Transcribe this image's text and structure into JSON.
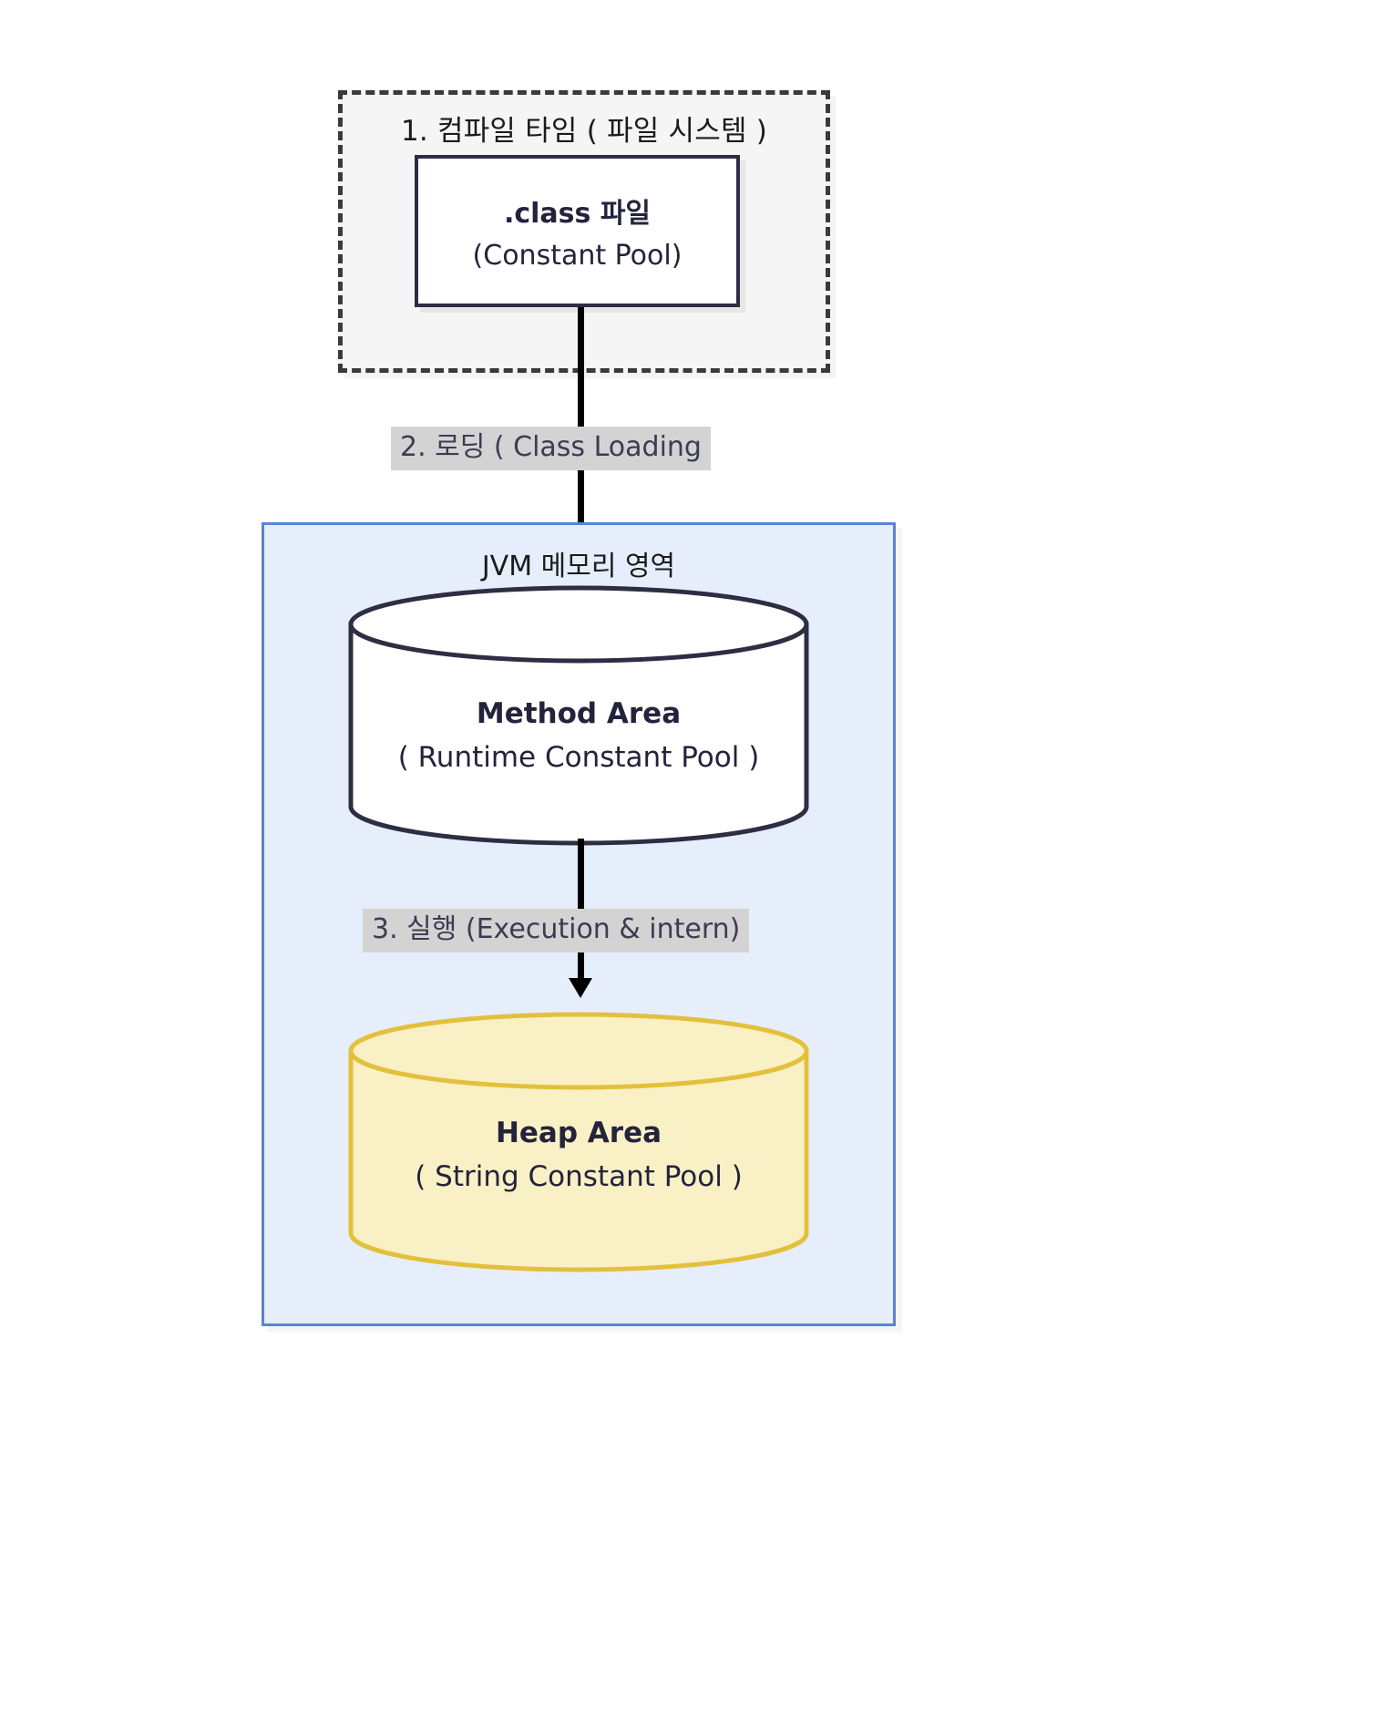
{
  "diagram": {
    "title_not_shown": "",
    "compile_stage": {
      "title": "1. 컴파일 타임 ( 파일 시스템 )",
      "node": {
        "line1": ".class 파일",
        "line2": "(Constant Pool)"
      }
    },
    "edges": [
      {
        "id": "loading",
        "label": "2. 로딩 ( Class Loading"
      },
      {
        "id": "execution",
        "label": "3. 실행 (Execution & intern)"
      }
    ],
    "jvm_stage": {
      "title": "JVM 메모리 영역",
      "method_area": {
        "line1": "Method Area",
        "line2": "( Runtime Constant Pool )"
      },
      "heap_area": {
        "line1": "Heap Area",
        "line2": "( String Constant Pool )"
      }
    },
    "colors": {
      "compile_box_fill": "#f5f5f5",
      "compile_box_border": "#3a3a3a",
      "class_box_border": "#2d2d44",
      "jvm_box_fill": "#e6eefc",
      "jvm_box_border": "#5b83d6",
      "method_cylinder_fill": "#ffffff",
      "method_cylinder_stroke": "#2d2d44",
      "heap_cylinder_fill": "#faf0c5",
      "heap_cylinder_stroke": "#e3c03c",
      "edge_label_bg": "#d3d3d3",
      "arrow": "#000000",
      "text": "#23233c"
    }
  }
}
